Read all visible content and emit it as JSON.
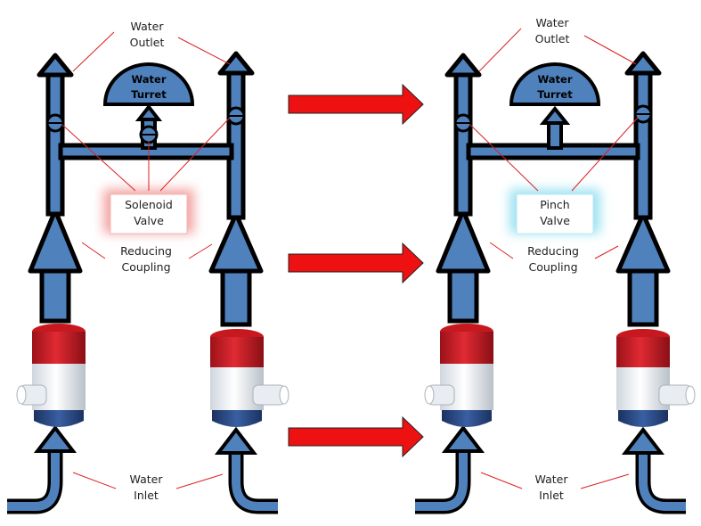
{
  "colors": {
    "pipe": "#4f81bd",
    "pipe_outline": "#000000",
    "arrow": "#ee1111",
    "label_line": "#dd2222",
    "solenoid_glow": "#f4a6a6",
    "pinch_glow": "#9fe3f2",
    "pump_red": "#d81f2a",
    "pump_blue": "#2a4a86"
  },
  "left": {
    "water_outlet": [
      "Water",
      "Outlet"
    ],
    "turret": [
      "Water",
      "Turret"
    ],
    "valve": [
      "Solenoid",
      "Valve"
    ],
    "coupling": [
      "Reducing",
      "Coupling"
    ],
    "water_inlet": [
      "Water",
      "Inlet"
    ]
  },
  "right": {
    "water_outlet": [
      "Water",
      "Outlet"
    ],
    "turret": [
      "Water",
      "Turret"
    ],
    "valve": [
      "Pinch",
      "Valve"
    ],
    "coupling": [
      "Reducing",
      "Coupling"
    ],
    "water_inlet": [
      "Water",
      "Inlet"
    ]
  },
  "icons": [
    "bilge-pump-icon",
    "valve-symbol-icon",
    "flow-arrow-icon"
  ]
}
